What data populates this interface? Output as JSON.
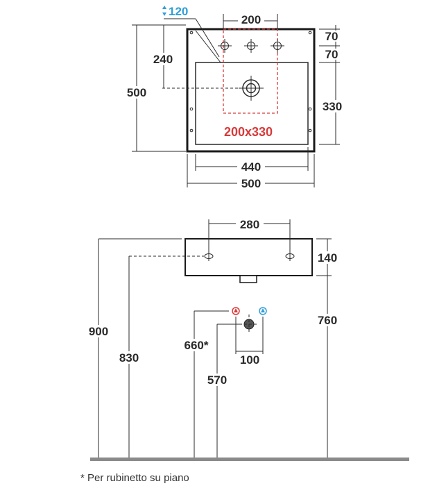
{
  "top_view": {
    "tap_height": "120",
    "tap_spacing": "200",
    "depth_offset": "240",
    "depth_total": "500",
    "rear_step_1": "70",
    "rear_step_2": "70",
    "basin_depth": "330",
    "tap_area": "200x330",
    "basin_width": "440",
    "total_width": "500"
  },
  "front_view": {
    "hole_spacing": "280",
    "thickness": "140",
    "floor_to_top": "900",
    "floor_to_holes": "830",
    "outlet_height": "660*",
    "trap_height": "570",
    "supply_spacing": "100",
    "floor_to_bottom": "760"
  },
  "footnote": "* Per rubinetto su piano",
  "colors": {
    "red": "#d83a3a",
    "blue": "#2f9ed8",
    "line": "#2a2a2a",
    "floor": "#8a8a8a"
  },
  "icons": [
    "tap-height-arrow-icon",
    "hot-supply-icon",
    "cold-supply-icon",
    "drain-icon"
  ]
}
